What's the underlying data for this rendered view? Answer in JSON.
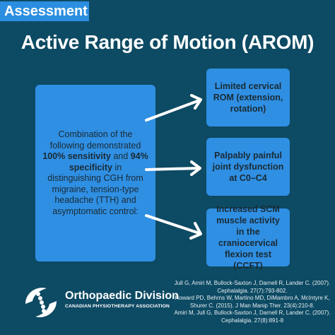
{
  "tag": "Assessment",
  "title": "Active Range of Motion (AROM)",
  "left_box": {
    "line1": "Combination of the following demonstrated",
    "bold1": "100% sensitivity",
    "mid1": "and",
    "bold2": "94% specificity",
    "line2": "in distinguishing CGH from migraine, tension-type headache (TTH) and asymptomatic control:"
  },
  "right_boxes": [
    "Limited cervical ROM (extension, rotation)",
    "Palpably painful joint dysfunction at C0–C4",
    "Increased SCM muscle activity in the craniocervical flexion test (CCFT)"
  ],
  "org": {
    "name": "Orthopaedic Division",
    "subtitle": "CANADIAN PHYSIOTHERAPY ASSOCIATION",
    "logo_icon": "spine-hands-logo-icon"
  },
  "references": [
    "Jull G, Amiri M, Bullock-Saxton J, Darnell R, Lander C. (2007). Cephalalgia. 27(7):793-802.",
    "Howard PD, Behrns W, Martino MD, DiMambro A, McIntyre K, Shurer C. (2015). J Man Manip Ther. 23(4):210-8.",
    "Amiri M, Jull G, Bullock-Saxton J, Darnell R, Lander C. (2007). Cephalalgia. 27(8):891-8"
  ],
  "colors": {
    "background": "#0d4a63",
    "box": "#2f8fe3",
    "tag": "#2b8ee0"
  }
}
